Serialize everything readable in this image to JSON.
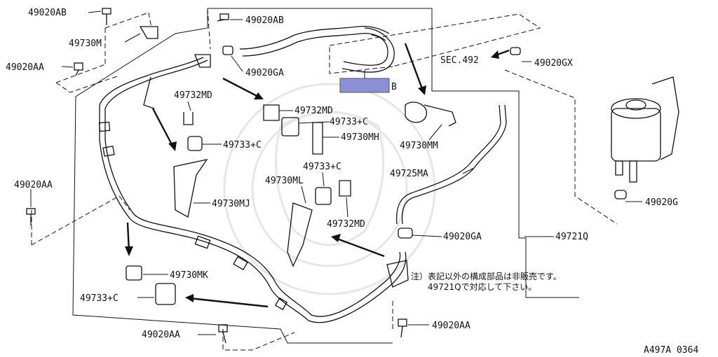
{
  "callouts": {
    "c1": "49020AB",
    "c2": "49020AB",
    "c3": "49730M",
    "c4": "49020AA",
    "c5": "49020GA",
    "c6": "B",
    "c7": "SEC.492",
    "c8": "49020GX",
    "c9": "49732MD",
    "c10": "49732MD",
    "c11": "49733+C",
    "c12": "49733+C",
    "c13": "49730MH",
    "c14": "49730MM",
    "c15": "49733+C",
    "c16": "49725MA",
    "c17": "49730ML",
    "c18": "49020AA",
    "c19": "49730MJ",
    "c20": "49732MD",
    "c21": "49020G",
    "c22": "49020GA",
    "c23": "49721Q",
    "c24": "49730MK",
    "c25": "49733+C",
    "c26": "49020AA",
    "c27": "49020AA"
  },
  "note": {
    "line1": "注）表記以外の構成部品は非販売です。",
    "line2": "49721Qで対応して下さい。"
  },
  "figure_code": "A497A 0364",
  "colors": {
    "highlight": "#8b8fd6",
    "line": "#111111"
  }
}
